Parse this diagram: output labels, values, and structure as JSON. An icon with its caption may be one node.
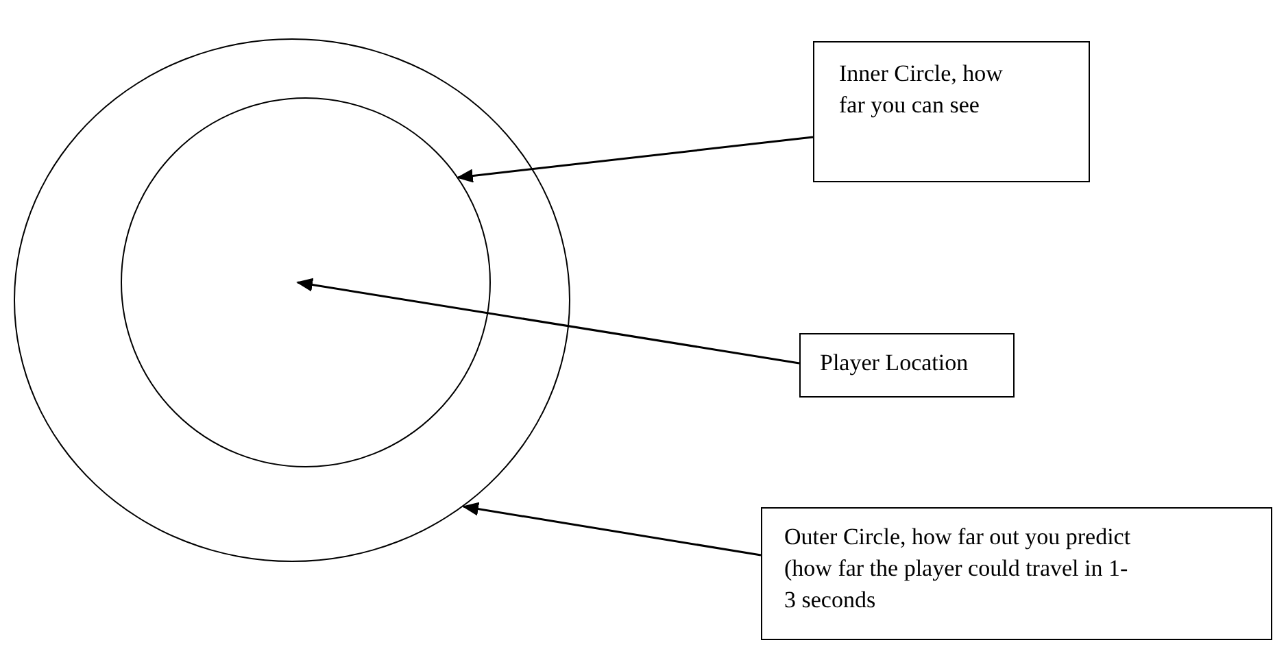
{
  "diagram": {
    "nodes": [
      {
        "text": [],
        "shape": "circle"
      },
      {
        "text": [],
        "shape": "circle",
        "in": 0
      },
      {
        "text": [
          "Inner Circle, how far you can see"
        ]
      },
      {
        "text": [
          "Player Location"
        ]
      },
      {
        "text": [
          "Outer Circle, how far out you predict (how far the player could travel in 1-3 seconds"
        ]
      }
    ],
    "edges": [
      {
        "from": 2,
        "to": 1,
        "arrow": "to"
      },
      {
        "from": 3,
        "to": 1,
        "arrow": "to"
      },
      {
        "from": 4,
        "to": 0,
        "arrow": "to"
      }
    ]
  }
}
